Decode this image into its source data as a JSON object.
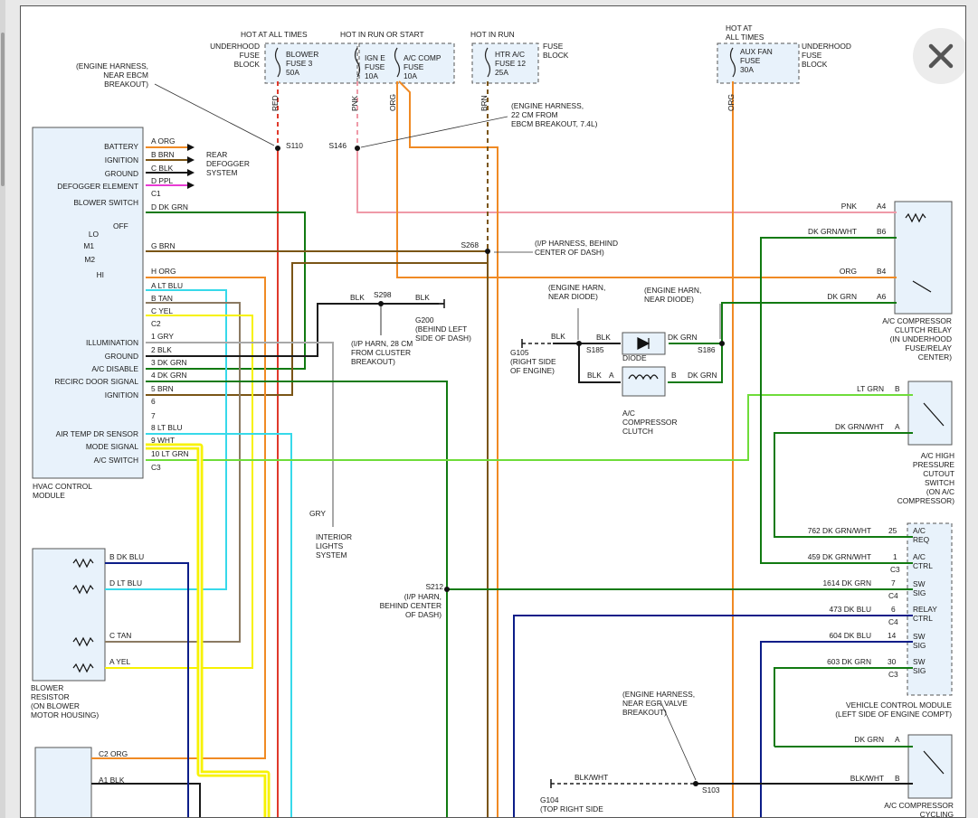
{
  "colors": {
    "red": "#e0392b",
    "orange": "#f08a24",
    "brown": "#7a5516",
    "black": "#1a1a1a",
    "pink": "#ef9aa8",
    "purple": "#e83ad3",
    "dk_green": "#117a11",
    "lt_green": "#6fdc3a",
    "lt_blue": "#37d9ea",
    "tan": "#8b7a62",
    "yellow": "#f7f200",
    "dk_blue": "#0c1d88",
    "gray": "#a8a8a8",
    "highlight": "#f7f200",
    "box_fill": "#e8f2fb"
  },
  "close_icon": "close-icon",
  "texts": [
    {
      "id": "ufb1",
      "t": [
        "UNDERHOOD",
        "FUSE",
        "BLOCK"
      ],
      "a": "end"
    },
    {
      "id": "hat",
      "t": [
        "HOT AT ALL TIMES"
      ],
      "a": "start"
    },
    {
      "id": "hirs",
      "t": [
        "HOT IN RUN OR START"
      ],
      "a": "start"
    },
    {
      "id": "hir",
      "t": [
        "HOT IN RUN"
      ],
      "a": "start"
    },
    {
      "id": "hat2",
      "t": [
        "HOT AT",
        "ALL TIMES"
      ],
      "a": "start"
    },
    {
      "id": "f_blower",
      "t": [
        "BLOWER",
        "FUSE 3",
        "50A"
      ],
      "a": "start"
    },
    {
      "id": "f_igne",
      "t": [
        "IGN E",
        "FUSE",
        "10A"
      ],
      "a": "start"
    },
    {
      "id": "f_acc",
      "t": [
        "A/C COMP",
        "FUSE",
        "10A"
      ],
      "a": "start"
    },
    {
      "id": "f_htr",
      "t": [
        "HTR A/C",
        "FUSE 12",
        "25A"
      ],
      "a": "start"
    },
    {
      "id": "fb2",
      "t": [
        "FUSE",
        "BLOCK"
      ],
      "a": "start"
    },
    {
      "id": "f_aux",
      "t": [
        "AUX FAN",
        "FUSE",
        "30A"
      ],
      "a": "start"
    },
    {
      "id": "ufb2",
      "t": [
        "UNDERHOOD",
        "FUSE",
        "BLOCK"
      ],
      "a": "start"
    },
    {
      "id": "eh1",
      "t": [
        "(ENGINE HARNESS,",
        "NEAR EBCM",
        "BREAKOUT)"
      ],
      "a": "end"
    },
    {
      "id": "eh2",
      "t": [
        "(ENGINE HARNESS,",
        "22 CM FROM",
        "EBCM BREAKOUT, 7.4L)"
      ],
      "a": "start"
    },
    {
      "id": "s110",
      "t": [
        "S110"
      ],
      "a": "start"
    },
    {
      "id": "s146",
      "t": [
        "S146"
      ],
      "a": "end"
    },
    {
      "id": "w_red",
      "t": [
        "RED"
      ],
      "a": "start",
      "r": true
    },
    {
      "id": "w_pnk",
      "t": [
        "PNK"
      ],
      "a": "start",
      "r": true
    },
    {
      "id": "w_org1",
      "t": [
        "ORG"
      ],
      "a": "start",
      "r": true
    },
    {
      "id": "w_brn",
      "t": [
        "BRN"
      ],
      "a": "start",
      "r": true
    },
    {
      "id": "w_org2",
      "t": [
        "ORG"
      ],
      "a": "start",
      "r": true
    },
    {
      "id": "hv1",
      "t": [
        "BATTERY"
      ],
      "a": "end"
    },
    {
      "id": "hv2",
      "t": [
        "IGNITION"
      ],
      "a": "end"
    },
    {
      "id": "hv3",
      "t": [
        "GROUND"
      ],
      "a": "end"
    },
    {
      "id": "hv4",
      "t": [
        "DEFOGGER ELEMENT"
      ],
      "a": "end"
    },
    {
      "id": "hv5",
      "t": [
        "BLOWER SWITCH"
      ],
      "a": "end"
    },
    {
      "id": "p_a1",
      "t": [
        "A  ORG"
      ],
      "a": "start"
    },
    {
      "id": "p_b1",
      "t": [
        "B  BRN"
      ],
      "a": "start"
    },
    {
      "id": "p_c1",
      "t": [
        "C  BLK"
      ],
      "a": "start"
    },
    {
      "id": "p_d1",
      "t": [
        "D  PPL"
      ],
      "a": "start"
    },
    {
      "id": "c1",
      "t": [
        "C1"
      ],
      "a": "start"
    },
    {
      "id": "rear",
      "t": [
        "REAR",
        "DEFOGGER",
        "SYSTEM"
      ],
      "a": "start"
    },
    {
      "id": "off",
      "t": [
        "OFF"
      ],
      "a": "start"
    },
    {
      "id": "lo",
      "t": [
        "LO"
      ],
      "a": "end"
    },
    {
      "id": "m1",
      "t": [
        "M1"
      ],
      "a": "end"
    },
    {
      "id": "m2",
      "t": [
        "M2"
      ],
      "a": "end"
    },
    {
      "id": "hi",
      "t": [
        "HI"
      ],
      "a": "end"
    },
    {
      "id": "p_d2",
      "t": [
        "D  DK GRN"
      ],
      "a": "start"
    },
    {
      "id": "p_g2",
      "t": [
        "G  BRN"
      ],
      "a": "start"
    },
    {
      "id": "p_h2",
      "t": [
        "H  ORG"
      ],
      "a": "start"
    },
    {
      "id": "p_a2",
      "t": [
        "A  LT BLU"
      ],
      "a": "start"
    },
    {
      "id": "p_b2",
      "t": [
        "B  TAN"
      ],
      "a": "start"
    },
    {
      "id": "p_c2",
      "t": [
        "C  YEL"
      ],
      "a": "start"
    },
    {
      "id": "c2",
      "t": [
        "C2"
      ],
      "a": "start"
    },
    {
      "id": "hv6",
      "t": [
        "ILLUMINATION"
      ],
      "a": "end"
    },
    {
      "id": "hv7",
      "t": [
        "GROUND"
      ],
      "a": "end"
    },
    {
      "id": "hv8",
      "t": [
        "A/C DISABLE"
      ],
      "a": "end"
    },
    {
      "id": "hv9",
      "t": [
        "RECIRC DOOR SIGNAL"
      ],
      "a": "end"
    },
    {
      "id": "hv10",
      "t": [
        "IGNITION"
      ],
      "a": "end"
    },
    {
      "id": "p_1",
      "t": [
        "1    GRY"
      ],
      "a": "start"
    },
    {
      "id": "p_2",
      "t": [
        "2    BLK"
      ],
      "a": "start"
    },
    {
      "id": "p_3",
      "t": [
        "3    DK GRN"
      ],
      "a": "start"
    },
    {
      "id": "p_4",
      "t": [
        "4    DK GRN"
      ],
      "a": "start"
    },
    {
      "id": "p_5",
      "t": [
        "5    BRN"
      ],
      "a": "start"
    },
    {
      "id": "p_6",
      "t": [
        "6"
      ],
      "a": "start"
    },
    {
      "id": "p_7",
      "t": [
        "7"
      ],
      "a": "start"
    },
    {
      "id": "hv11",
      "t": [
        "AIR TEMP DR SENSOR"
      ],
      "a": "end"
    },
    {
      "id": "hv12",
      "t": [
        "MODE SIGNAL"
      ],
      "a": "end"
    },
    {
      "id": "hv13",
      "t": [
        "A/C SWITCH"
      ],
      "a": "end"
    },
    {
      "id": "p_8",
      "t": [
        "8    LT BLU"
      ],
      "a": "start"
    },
    {
      "id": "p_9",
      "t": [
        "9    WHT"
      ],
      "a": "start"
    },
    {
      "id": "p_10",
      "t": [
        "10  LT GRN"
      ],
      "a": "start"
    },
    {
      "id": "c3",
      "t": [
        "C3"
      ],
      "a": "start"
    },
    {
      "id": "hvac",
      "t": [
        "HVAC CONTROL",
        "MODULE"
      ],
      "a": "start"
    },
    {
      "id": "s268",
      "t": [
        "S268"
      ],
      "a": "end"
    },
    {
      "id": "iph1",
      "t": [
        "(I/P HARNESS, BEHIND",
        "CENTER OF DASH)"
      ],
      "a": "start"
    },
    {
      "id": "blk298",
      "t": [
        "BLK"
      ],
      "a": "start"
    },
    {
      "id": "s298",
      "t": [
        "S298"
      ],
      "a": "start"
    },
    {
      "id": "blk2",
      "t": [
        "BLK"
      ],
      "a": "start"
    },
    {
      "id": "g200",
      "t": [
        "G200",
        "(BEHIND LEFT",
        "SIDE OF DASH)"
      ],
      "a": "start"
    },
    {
      "id": "iph2",
      "t": [
        "(I/P HARN, 28 CM",
        "FROM CLUSTER",
        "BREAKOUT)"
      ],
      "a": "start"
    },
    {
      "id": "ehd1",
      "t": [
        "(ENGINE HARN,",
        "NEAR DIODE)"
      ],
      "a": "start"
    },
    {
      "id": "ehd2",
      "t": [
        "(ENGINE HARN,",
        "NEAR DIODE)"
      ],
      "a": "start"
    },
    {
      "id": "blk_g",
      "t": [
        "BLK"
      ],
      "a": "start"
    },
    {
      "id": "g105",
      "t": [
        "G105",
        "(RIGHT SIDE",
        "OF ENGINE)"
      ],
      "a": "start"
    },
    {
      "id": "s185",
      "t": [
        "S185"
      ],
      "a": "start"
    },
    {
      "id": "blk3",
      "t": [
        "BLK"
      ],
      "a": "start"
    },
    {
      "id": "diode",
      "t": [
        "DIODE"
      ],
      "a": "start"
    },
    {
      "id": "dg1",
      "t": [
        "DK GRN"
      ],
      "a": "start"
    },
    {
      "id": "s186",
      "t": [
        "S186"
      ],
      "a": "start"
    },
    {
      "id": "blk4",
      "t": [
        "BLK"
      ],
      "a": "start"
    },
    {
      "id": "pa",
      "t": [
        "A"
      ],
      "a": "start"
    },
    {
      "id": "pb",
      "t": [
        "B"
      ],
      "a": "start"
    },
    {
      "id": "dg2",
      "t": [
        "DK GRN"
      ],
      "a": "start"
    },
    {
      "id": "acclutch",
      "t": [
        "A/C",
        "COMPRESSOR",
        "CLUTCH"
      ],
      "a": "start"
    },
    {
      "id": "r_pnk",
      "t": [
        "PNK"
      ],
      "a": "end"
    },
    {
      "id": "r_a4",
      "t": [
        "A4"
      ],
      "a": "start"
    },
    {
      "id": "r_dgw",
      "t": [
        "DK GRN/WHT"
      ],
      "a": "end"
    },
    {
      "id": "r_b6",
      "t": [
        "B6"
      ],
      "a": "start"
    },
    {
      "id": "r_org",
      "t": [
        "ORG"
      ],
      "a": "end"
    },
    {
      "id": "r_b4",
      "t": [
        "B4"
      ],
      "a": "start"
    },
    {
      "id": "r_dg",
      "t": [
        "DK GRN"
      ],
      "a": "end"
    },
    {
      "id": "r_a6",
      "t": [
        "A6"
      ],
      "a": "start"
    },
    {
      "id": "relay",
      "t": [
        "A/C COMPRESSOR",
        "CLUTCH RELAY",
        "(IN UNDERHOOD",
        "FUSE/RELAY",
        "CENTER)"
      ],
      "a": "end"
    },
    {
      "id": "hp_lt",
      "t": [
        "LT GRN"
      ],
      "a": "end"
    },
    {
      "id": "hp_b",
      "t": [
        "B"
      ],
      "a": "start"
    },
    {
      "id": "hp_dgw",
      "t": [
        "DK GRN/WHT"
      ],
      "a": "end"
    },
    {
      "id": "hp_a",
      "t": [
        "A"
      ],
      "a": "start"
    },
    {
      "id": "hps",
      "t": [
        "A/C HIGH",
        "PRESSURE",
        "CUTOUT",
        "SWITCH",
        "(ON A/C",
        "COMPRESSOR)"
      ],
      "a": "end"
    },
    {
      "id": "gry",
      "t": [
        "GRY"
      ],
      "a": "start"
    },
    {
      "id": "ils",
      "t": [
        "INTERIOR",
        "LIGHTS",
        "SYSTEM"
      ],
      "a": "start"
    },
    {
      "id": "s212",
      "t": [
        "S212"
      ],
      "a": "end"
    },
    {
      "id": "iph3",
      "t": [
        "(I/P HARN,",
        "BEHIND CENTER",
        "OF DASH)"
      ],
      "a": "end"
    },
    {
      "id": "v1",
      "t": [
        "762    DK GRN/WHT"
      ],
      "a": "end"
    },
    {
      "id": "v1p",
      "t": [
        "25"
      ],
      "a": "start"
    },
    {
      "id": "v1n",
      "t": [
        "A/C",
        "REQ"
      ],
      "a": "start"
    },
    {
      "id": "v2",
      "t": [
        "459    DK GRN/WHT"
      ],
      "a": "end"
    },
    {
      "id": "v2p",
      "t": [
        "1"
      ],
      "a": "start"
    },
    {
      "id": "v2n",
      "t": [
        "A/C",
        "CTRL"
      ],
      "a": "start"
    },
    {
      "id": "vc3",
      "t": [
        "C3"
      ],
      "a": "start"
    },
    {
      "id": "v3",
      "t": [
        "1614    DK GRN"
      ],
      "a": "end"
    },
    {
      "id": "v3p",
      "t": [
        "7"
      ],
      "a": "start"
    },
    {
      "id": "v3n",
      "t": [
        "SW",
        "SIG"
      ],
      "a": "start"
    },
    {
      "id": "vc4",
      "t": [
        "C4"
      ],
      "a": "start"
    },
    {
      "id": "v4",
      "t": [
        "473    DK BLU"
      ],
      "a": "end"
    },
    {
      "id": "v4p",
      "t": [
        "6"
      ],
      "a": "start"
    },
    {
      "id": "v4n",
      "t": [
        "RELAY",
        "CTRL"
      ],
      "a": "start"
    },
    {
      "id": "vc4b",
      "t": [
        "C4"
      ],
      "a": "start"
    },
    {
      "id": "v5",
      "t": [
        "604    DK BLU"
      ],
      "a": "end"
    },
    {
      "id": "v5p",
      "t": [
        "14"
      ],
      "a": "start"
    },
    {
      "id": "v5n",
      "t": [
        "SW",
        "SIG"
      ],
      "a": "start"
    },
    {
      "id": "v6",
      "t": [
        "603    DK GRN"
      ],
      "a": "end"
    },
    {
      "id": "v6p",
      "t": [
        "30"
      ],
      "a": "start"
    },
    {
      "id": "v6n",
      "t": [
        "SW",
        "SIG"
      ],
      "a": "start"
    },
    {
      "id": "vc3b",
      "t": [
        "C3"
      ],
      "a": "start"
    },
    {
      "id": "vcm",
      "t": [
        "VEHICLE CONTROL MODULE",
        "(LEFT SIDE OF ENGINE COMPT)"
      ],
      "a": "end"
    },
    {
      "id": "br_b",
      "t": [
        "B  DK BLU"
      ],
      "a": "start"
    },
    {
      "id": "br_d",
      "t": [
        "D  LT BLU"
      ],
      "a": "start"
    },
    {
      "id": "br_c",
      "t": [
        "C  TAN"
      ],
      "a": "start"
    },
    {
      "id": "br_a",
      "t": [
        "A  YEL"
      ],
      "a": "start"
    },
    {
      "id": "bres",
      "t": [
        "BLOWER",
        "RESISTOR",
        "(ON BLOWER",
        "MOTOR HOUSING)"
      ],
      "a": "start"
    },
    {
      "id": "egr",
      "t": [
        "(ENGINE HARNESS,",
        "NEAR EGR VALVE",
        "BREAKOUT)"
      ],
      "a": "start"
    },
    {
      "id": "bw",
      "t": [
        "BLK/WHT"
      ],
      "a": "start"
    },
    {
      "id": "s103",
      "t": [
        "S103"
      ],
      "a": "start"
    },
    {
      "id": "g104",
      "t": [
        "G104",
        "(TOP RIGHT SIDE"
      ],
      "a": "start"
    },
    {
      "id": "cy_dg",
      "t": [
        "DK GRN"
      ],
      "a": "end"
    },
    {
      "id": "cy_a",
      "t": [
        "A"
      ],
      "a": "start"
    },
    {
      "id": "cy_bw",
      "t": [
        "BLK/WHT"
      ],
      "a": "end"
    },
    {
      "id": "cy_b",
      "t": [
        "B"
      ],
      "a": "start"
    },
    {
      "id": "cyc",
      "t": [
        "A/C COMPRESSOR",
        "CYCLING"
      ],
      "a": "end"
    },
    {
      "id": "bm_c2",
      "t": [
        "C2  ORG"
      ],
      "a": "start"
    },
    {
      "id": "bm_a1",
      "t": [
        "A1  BLK"
      ],
      "a": "start"
    }
  ]
}
